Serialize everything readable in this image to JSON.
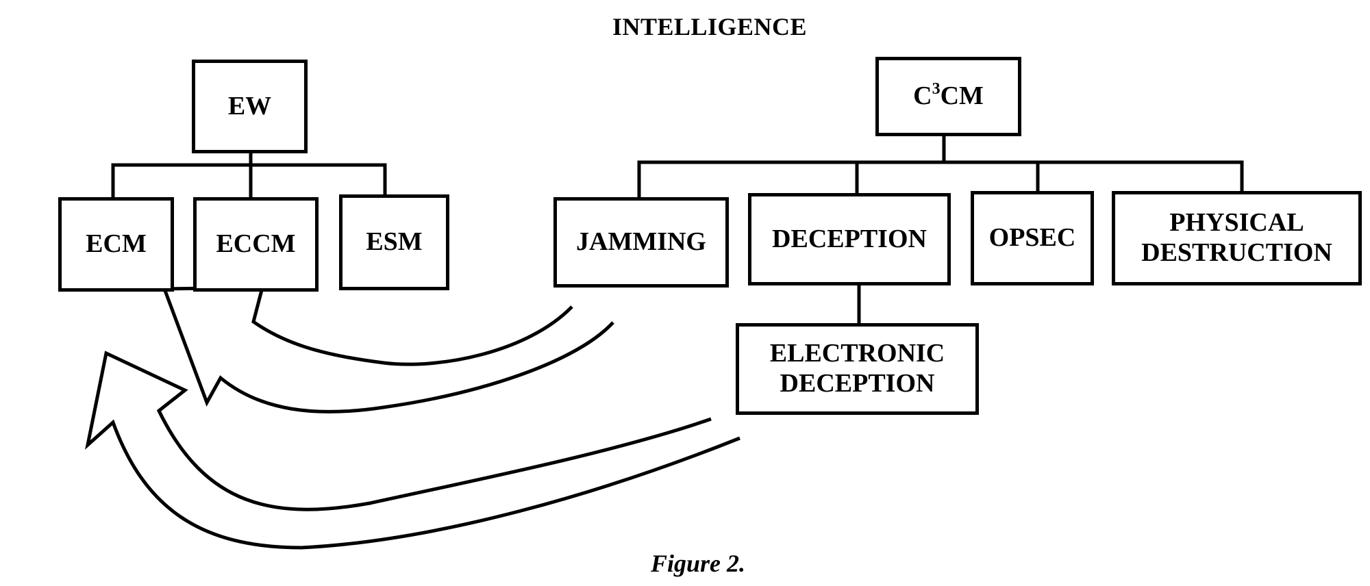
{
  "title": "INTELLIGENCE",
  "caption": "Figure 2.",
  "ew_tree": {
    "root": "EW",
    "children": [
      "ECM",
      "ECCM",
      "ESM"
    ]
  },
  "c3cm_tree": {
    "root_prefix": "C",
    "root_superscript": "3",
    "root_suffix": "CM",
    "children": [
      "JAMMING",
      "DECEPTION",
      "OPSEC",
      "PHYSICAL DESTRUCTION"
    ],
    "physical_line1": "PHYSICAL",
    "physical_line2": "DESTRUCTION",
    "deception_child_line1": "ELECTRONIC",
    "deception_child_line2": "DECEPTION"
  },
  "arrows": [
    {
      "from": "JAMMING",
      "to": "EW group"
    },
    {
      "from": "ELECTRONIC DECEPTION",
      "to": "EW group"
    }
  ]
}
